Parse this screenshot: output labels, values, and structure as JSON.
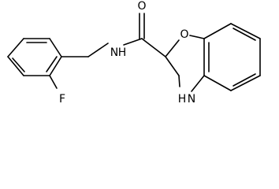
{
  "molecule": {
    "atom_labels": {
      "fluorine": "F",
      "amide_oxygen": "O",
      "amide_nitrogen": "N",
      "amide_hydrogen": "H",
      "ring_oxygen": "O",
      "ring_nitrogen": "N",
      "ring_hydrogen": "H"
    }
  }
}
